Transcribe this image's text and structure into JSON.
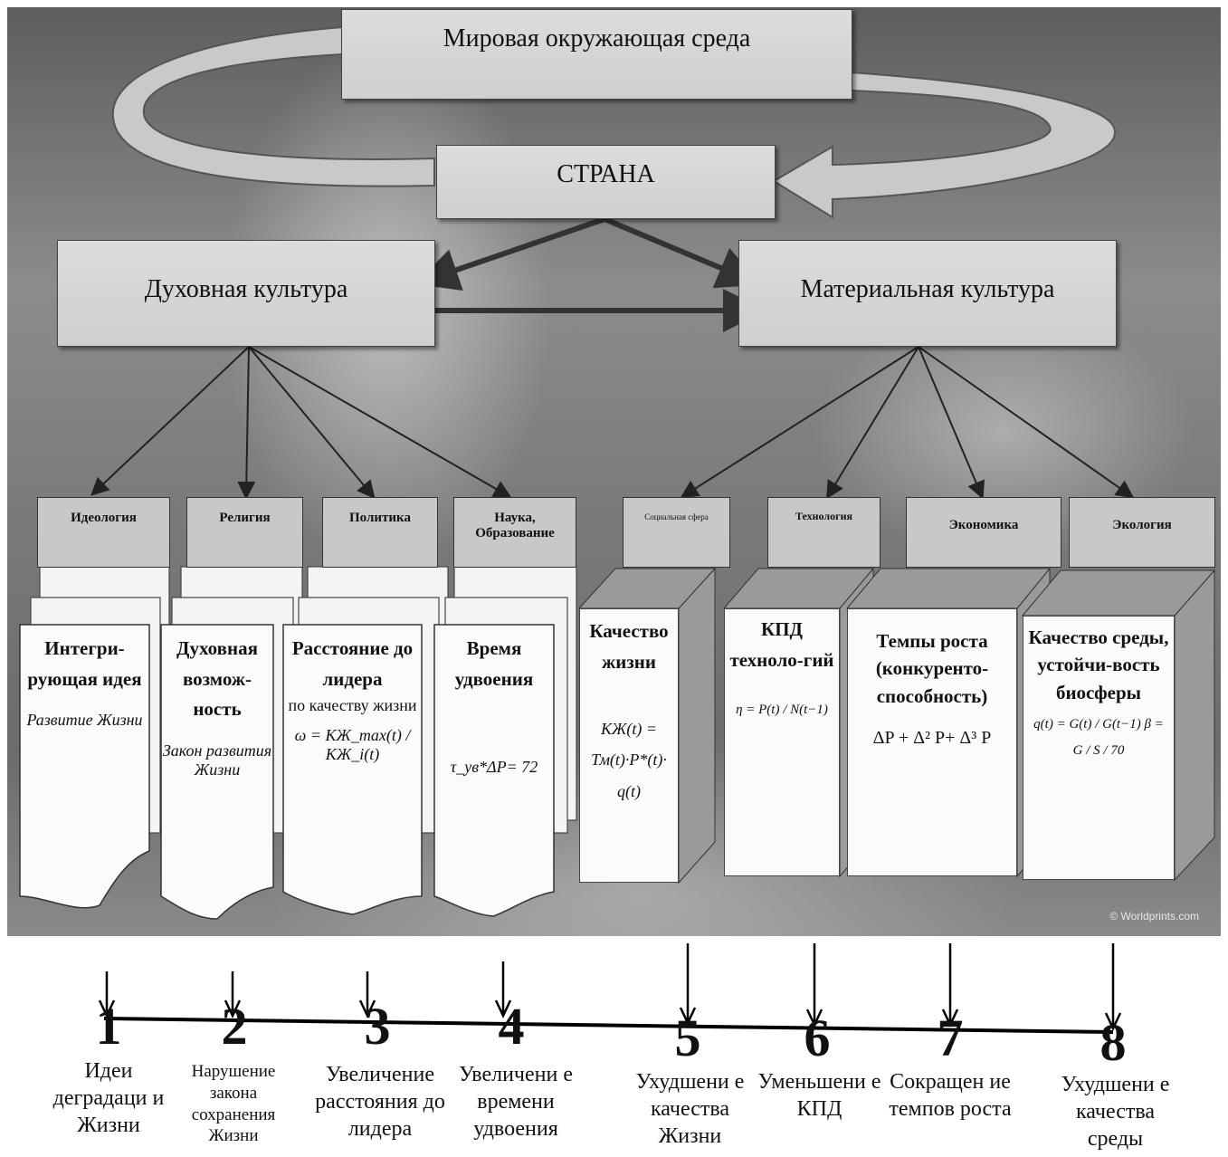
{
  "top_box": "Мировая окружающая среда",
  "country_box": "СТРАНА",
  "left_main": "Духовная культура",
  "right_main": "Материальная культура",
  "tabs": [
    "Идеология",
    "Религия",
    "Политика",
    "Наука, Образование",
    "Социальная сфера",
    "Технология",
    "Экономика",
    "Экология"
  ],
  "cards": [
    {
      "title": "Интегри-рующая идея",
      "sub": "",
      "formula": "Развитие Жизни"
    },
    {
      "title": "Духовная возмож-ность",
      "sub": "",
      "formula": "Закон развития Жизни"
    },
    {
      "title": "Расстояние до лидера",
      "sub": "по качеству жизни",
      "formula": "ω = КЖ_max(t) / КЖ_i(t)"
    },
    {
      "title": "Время удвоения",
      "sub": "",
      "formula": "τ_ув*ΔP= 72"
    },
    {
      "title": "Качество жизни",
      "sub": "",
      "formula": "КЖ(t) = Тм(t)·P*(t)· q(t)"
    },
    {
      "title": "КПД техноло-гий",
      "sub": "",
      "formula": "η = P(t) / N(t−1)"
    },
    {
      "title": "Темпы роста (конкуренто-способность)",
      "sub": "",
      "formula": "ΔP + Δ² P+ Δ³ P"
    },
    {
      "title": "Качество среды, устойчи-вость биосферы",
      "sub": "",
      "formula": "q(t) = G(t) / G(t−1)   β = G / S / 70"
    }
  ],
  "copyright": "© Worldprints.com",
  "timeline": {
    "numbers": [
      "1",
      "2",
      "3",
      "4",
      "5",
      "6",
      "7",
      "8"
    ],
    "captions": [
      "Идеи деградаци и Жизни",
      "Нарушение закона сохранения Жизни",
      "Увеличение расстояния до лидера",
      "Увеличени е времени удвоения",
      "Ухудшени е качества Жизни",
      "Уменьшени е КПД",
      "Сокращен ие темпов роста",
      "Ухудшени е качества среды"
    ]
  }
}
